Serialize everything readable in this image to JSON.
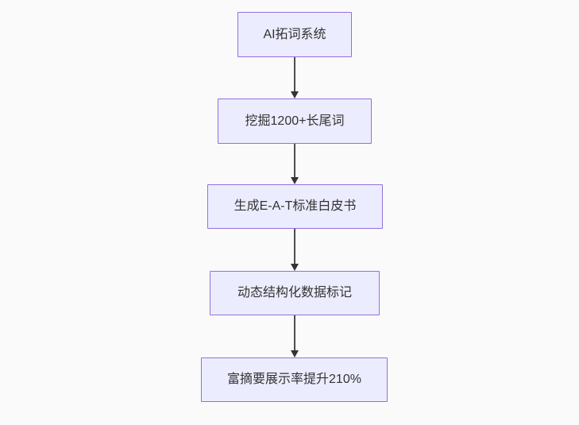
{
  "diagram": {
    "type": "flowchart",
    "direction": "top-down",
    "nodes": [
      {
        "id": "A",
        "label": "AI拓词系统"
      },
      {
        "id": "B",
        "label": "挖掘1200+长尾词"
      },
      {
        "id": "C",
        "label": "生成E-A-T标准白皮书"
      },
      {
        "id": "D",
        "label": "动态结构化数据标记"
      },
      {
        "id": "E",
        "label": "富摘要展示率提升210%"
      }
    ],
    "edges": [
      {
        "from": "A",
        "to": "B",
        "arrow": "down"
      },
      {
        "from": "B",
        "to": "C",
        "arrow": "down"
      },
      {
        "from": "C",
        "to": "D",
        "arrow": "down"
      },
      {
        "from": "D",
        "to": "E",
        "arrow": "down"
      }
    ],
    "colors": {
      "node_fill": "#ececff",
      "node_border": "#9370db",
      "arrow": "#333333",
      "text": "#333333",
      "background": "#fafafa"
    }
  }
}
